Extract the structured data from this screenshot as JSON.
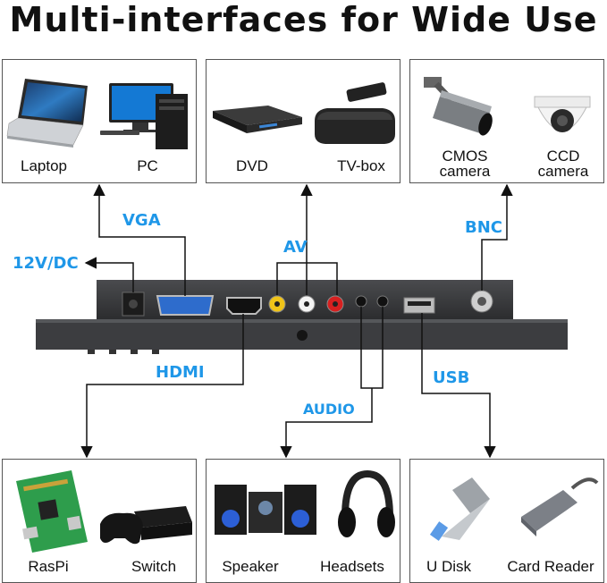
{
  "title": "Multi-interfaces for Wide Use",
  "colors": {
    "accent": "#1f97e8",
    "panel": "#3a3b3d",
    "line": "#111111"
  },
  "devices_top": {
    "laptop": "Laptop",
    "pc": "PC",
    "dvd": "DVD",
    "tvbox": "TV-box",
    "cmos": [
      "CMOS",
      "camera"
    ],
    "ccd": [
      "CCD",
      "camera"
    ]
  },
  "devices_bottom": {
    "raspi": "RasPi",
    "switch": "Switch",
    "speaker": "Speaker",
    "headsets": "Headsets",
    "udisk": "U Disk",
    "cardreader": "Card Reader"
  },
  "ports": {
    "vga": "VGA",
    "dc": "12V/DC",
    "av": "AV",
    "bnc": "BNC",
    "hdmi": "HDMI",
    "audio": "AUDIO",
    "usb": "USB"
  }
}
